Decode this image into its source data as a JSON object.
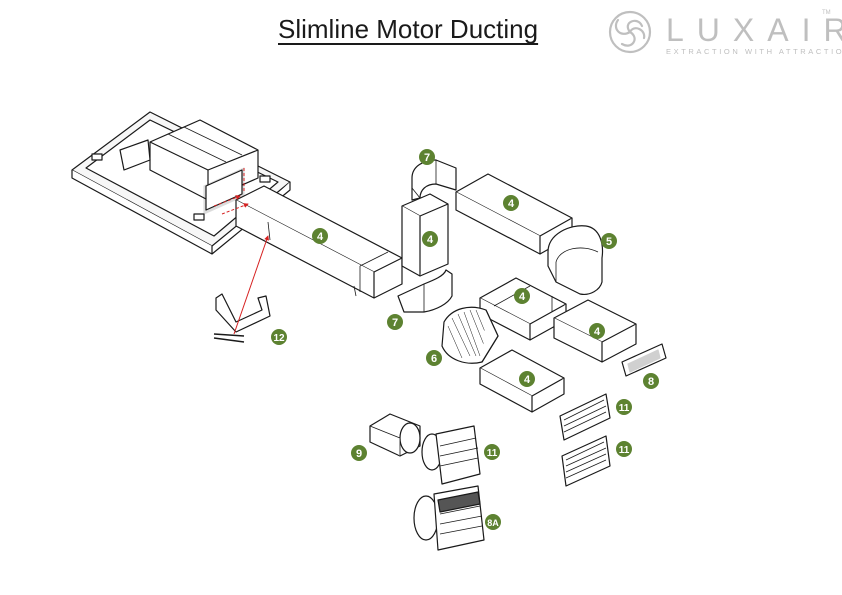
{
  "title": "Slimline Motor Ducting",
  "brand": {
    "name": "LUXAIR",
    "tm": "TM",
    "tagline": "EXTRACTION WITH ATTRACTION",
    "logo_icon": "swirl-logo-icon"
  },
  "colors": {
    "badge": "#5d8231",
    "line": "#1a1a1a",
    "arrow": "#d62020",
    "logo": "#bfbfbf"
  },
  "parts": [
    {
      "id": "motor-unit",
      "label": ""
    },
    {
      "id": "straight-duct-main",
      "label": "4"
    },
    {
      "id": "elbow-top",
      "label": "7"
    },
    {
      "id": "vertical-duct",
      "label": "4"
    },
    {
      "id": "elbow-bottom",
      "label": "7"
    },
    {
      "id": "straight-duct-right",
      "label": "4"
    },
    {
      "id": "bend-90",
      "label": "5"
    },
    {
      "id": "duct-connector",
      "label": "4"
    },
    {
      "id": "flexible-duct",
      "label": "6"
    },
    {
      "id": "straight-duct-mid",
      "label": "4"
    },
    {
      "id": "straight-duct-bottom",
      "label": "4"
    },
    {
      "id": "duct-end",
      "label": "8"
    },
    {
      "id": "wall-vent-rect-1",
      "label": "11"
    },
    {
      "id": "wall-vent-rect-2",
      "label": "11"
    },
    {
      "id": "round-adaptor",
      "label": "9"
    },
    {
      "id": "louvre-vent-round",
      "label": "11"
    },
    {
      "id": "louvre-vent-large",
      "label": "8A"
    },
    {
      "id": "mounting-bracket",
      "label": "12"
    }
  ]
}
